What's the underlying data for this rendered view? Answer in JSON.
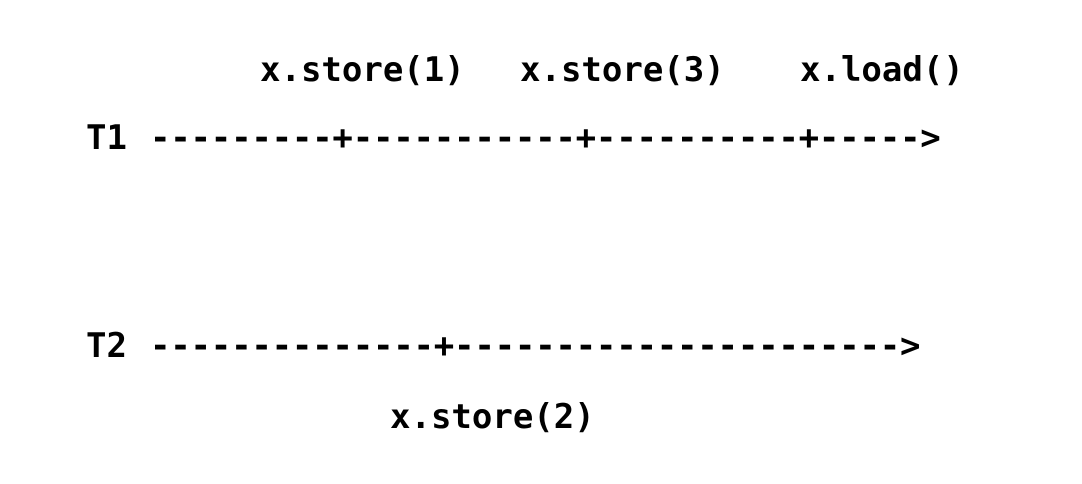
{
  "threads": [
    {
      "label": "T1",
      "line": "---------+-----------+----------+----->",
      "operations": [
        "x.store(1)",
        "x.store(3)",
        "x.load()"
      ]
    },
    {
      "label": "T2",
      "line": "--------------+---------------------->",
      "operations": [
        "x.store(2)"
      ]
    }
  ]
}
